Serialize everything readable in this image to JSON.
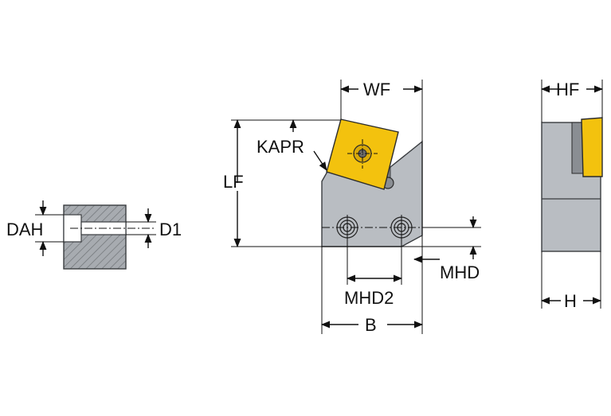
{
  "labels": {
    "dah": "DAH",
    "d1": "D1",
    "kapr": "KAPR",
    "lf": "LF",
    "wf": "WF",
    "mhd": "MHD",
    "mhd2": "MHD2",
    "b": "B",
    "hf": "HF",
    "h": "H"
  },
  "colors": {
    "insert": "#f3c20e",
    "body": "#b9bdc2",
    "section_hatch": "#9a9ea3",
    "line": "#111111"
  }
}
